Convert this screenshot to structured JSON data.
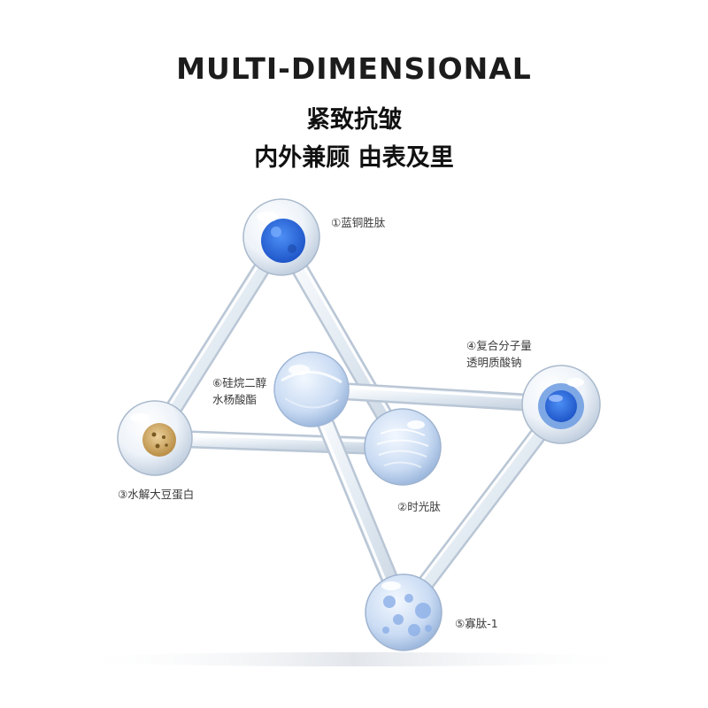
{
  "heading": {
    "title": "MULTI-DIMENSIONAL",
    "line1": "紧致抗皱",
    "line2": "内外兼顾 由表及里"
  },
  "ingredients": [
    {
      "lines": [
        "①蓝铜胜肽"
      ]
    },
    {
      "lines": [
        "②时光肽"
      ]
    },
    {
      "lines": [
        "③水解大豆蛋白"
      ]
    },
    {
      "lines": [
        "④复合分子量",
        "透明质酸钠"
      ]
    },
    {
      "lines": [
        "⑤寡肽-1"
      ]
    },
    {
      "lines": [
        "⑥硅烷二醇",
        "水杨酸酯"
      ]
    }
  ],
  "colors": {
    "blue_core": "#2f6fe0",
    "gold_core": "#d2ae6a",
    "glass_tint": "#cfe0f6",
    "rod": "#dfe7f0"
  }
}
